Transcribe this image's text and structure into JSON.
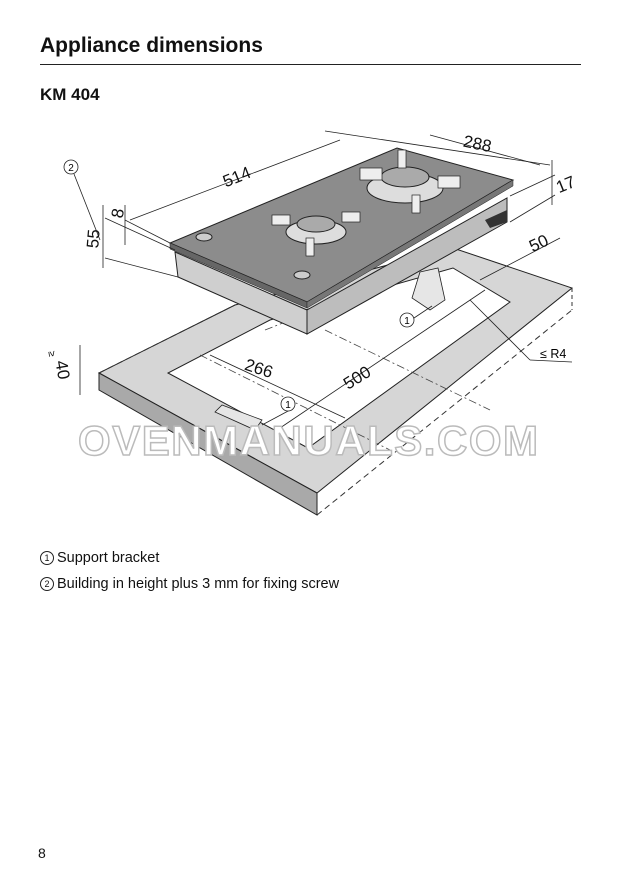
{
  "header": {
    "title": "Appliance dimensions",
    "model": "KM 404"
  },
  "diagram": {
    "dimensions": {
      "width": "514",
      "depth": "288",
      "top_thickness": "8",
      "height": "55",
      "top_rim": "17",
      "rear_clearance": "50",
      "cutout_width": "500",
      "cutout_depth": "266",
      "countertop_min": "40",
      "corner_radius": "≤ R4",
      "min_symbol": "≥"
    },
    "callouts": {
      "one": "1",
      "two": "2"
    },
    "watermark": "OVENMANUALS.COM"
  },
  "legend": [
    {
      "num": "1",
      "text": "Support bracket"
    },
    {
      "num": "2",
      "text": "Building in height plus 3 mm for fixing screw"
    }
  ],
  "footer": {
    "page_number": "8"
  }
}
